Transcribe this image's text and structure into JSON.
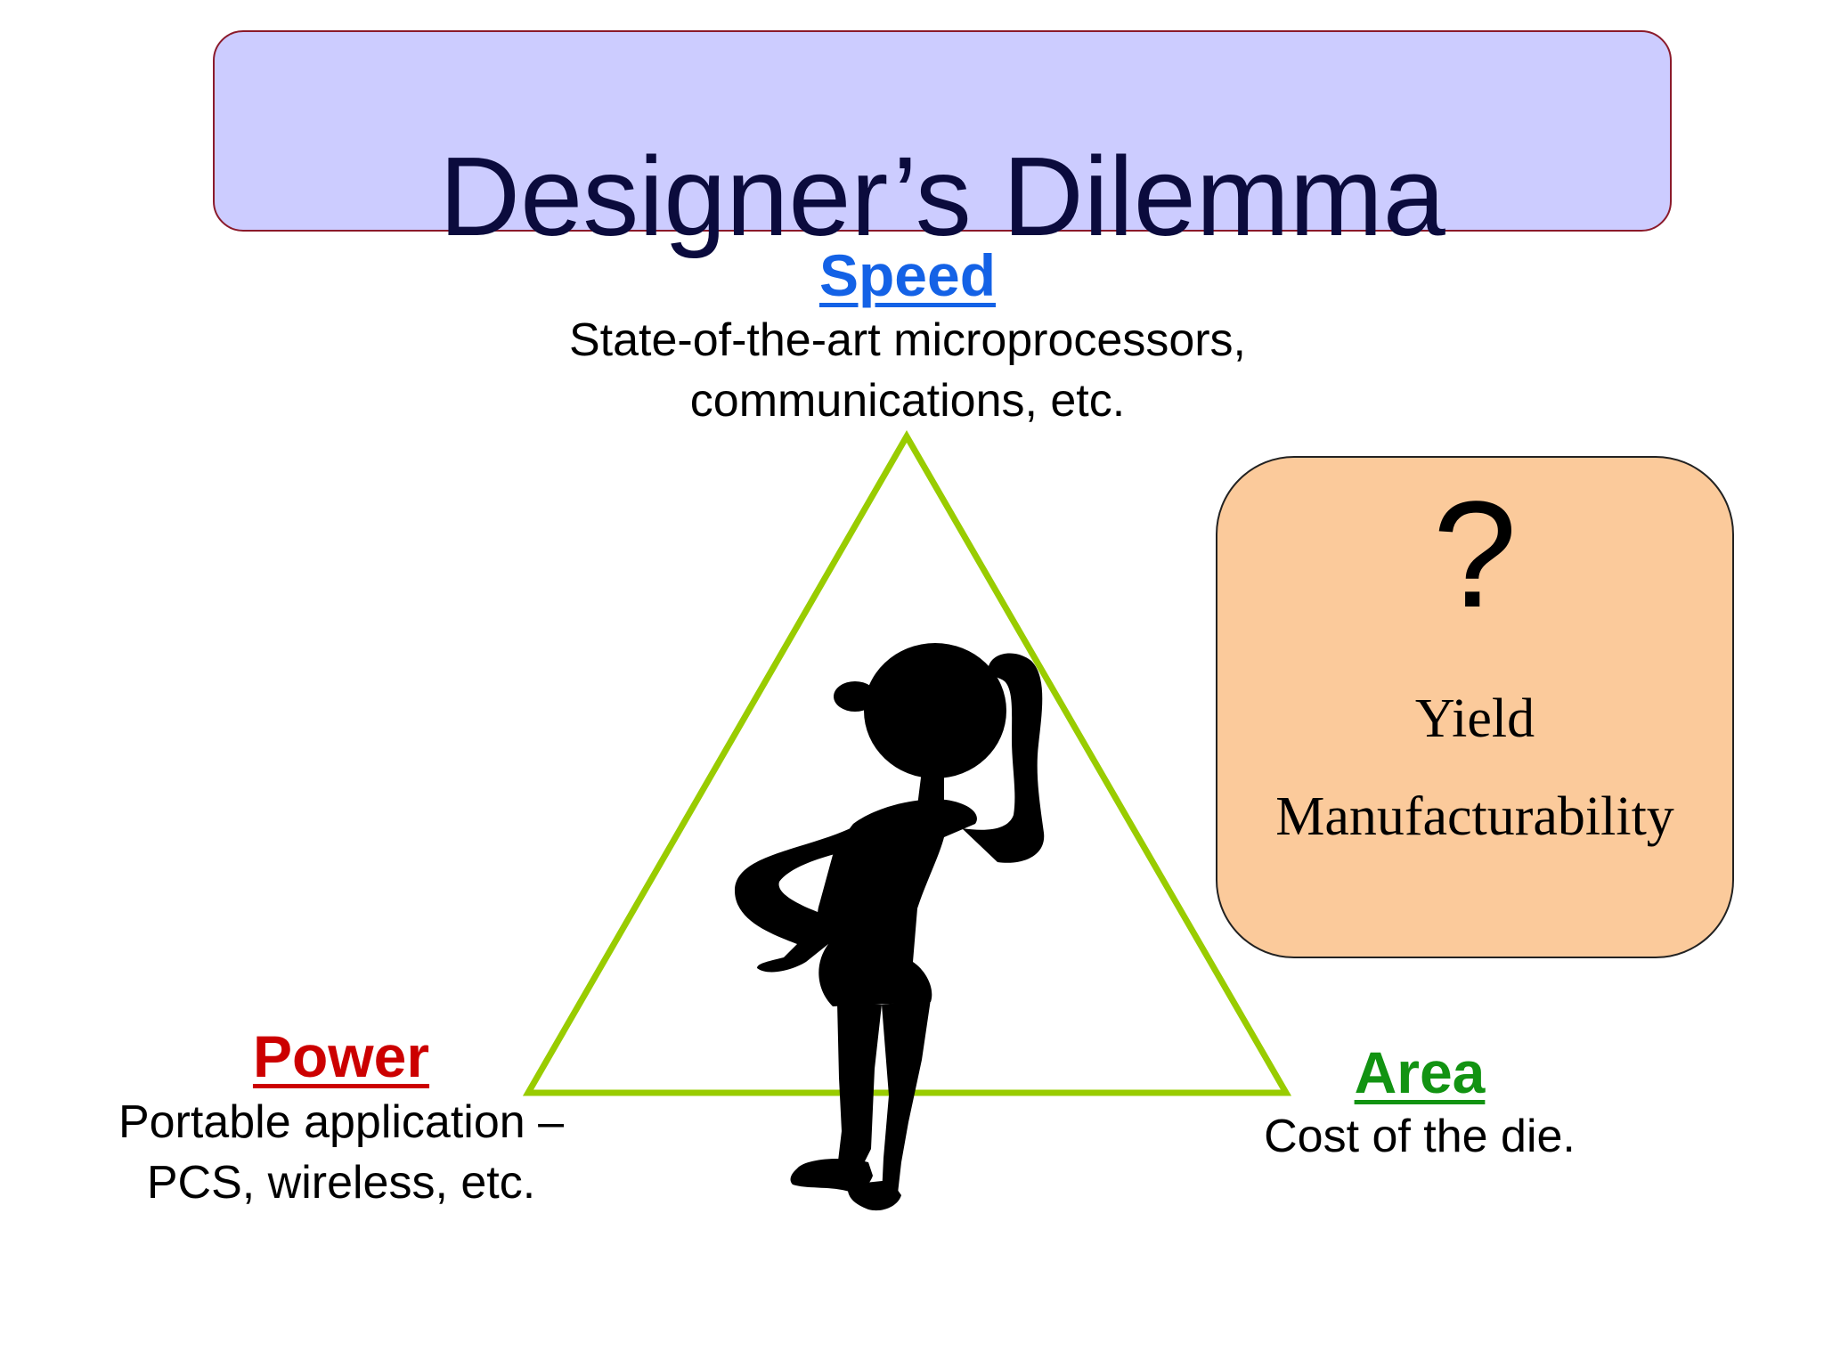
{
  "title": "Designer’s Dilemma",
  "speed": {
    "label": "Speed",
    "lines": [
      "State-of-the-art microprocessors,",
      "communications, etc."
    ],
    "color": "#1462e6"
  },
  "power": {
    "label": "Power",
    "lines": [
      "Portable application –",
      "PCS, wireless, etc."
    ],
    "color": "#cc0000"
  },
  "area": {
    "label": "Area",
    "lines": [
      "Cost of the die."
    ],
    "color": "#129312"
  },
  "yield_box": {
    "symbol": "?",
    "items": [
      "Yield",
      "Manufacturability"
    ],
    "fill": "#fbca9b"
  },
  "triangle_color": "#99cc00",
  "figure_icon": "thinking-person-silhouette-icon"
}
